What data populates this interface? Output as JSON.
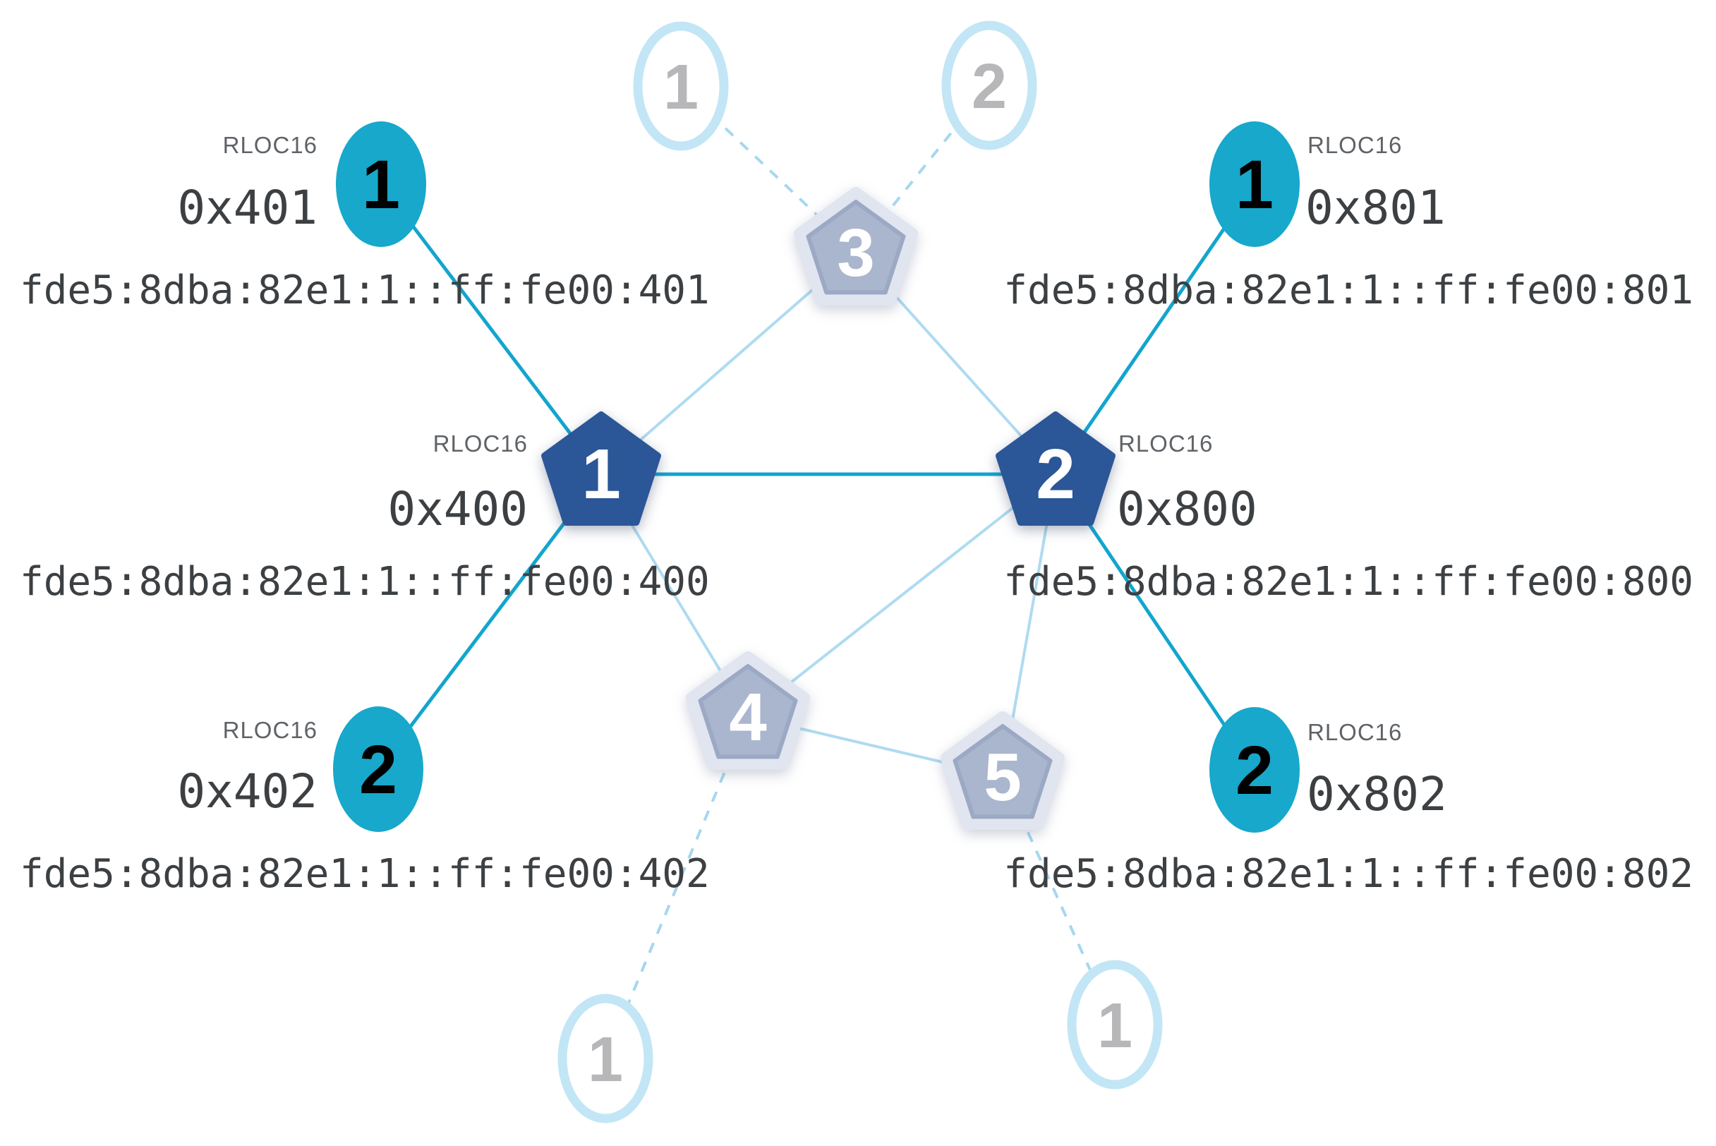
{
  "diagram": {
    "labels": {
      "rloc16_caption": "RLOC16"
    },
    "nodes": {
      "router1": {
        "label": "1",
        "rloc16": "0x400",
        "ipv6": "fde5:8dba:82e1:1::ff:fe00:400"
      },
      "router2": {
        "label": "2",
        "rloc16": "0x800",
        "ipv6": "fde5:8dba:82e1:1::ff:fe00:800"
      },
      "router3": {
        "label": "3"
      },
      "router4": {
        "label": "4"
      },
      "router5": {
        "label": "5"
      },
      "child401": {
        "label": "1",
        "rloc16": "0x401",
        "ipv6": "fde5:8dba:82e1:1::ff:fe00:401"
      },
      "child402": {
        "label": "2",
        "rloc16": "0x402",
        "ipv6": "fde5:8dba:82e1:1::ff:fe00:402"
      },
      "child801": {
        "label": "1",
        "rloc16": "0x801",
        "ipv6": "fde5:8dba:82e1:1::ff:fe00:801"
      },
      "child802": {
        "label": "2",
        "rloc16": "0x802",
        "ipv6": "fde5:8dba:82e1:1::ff:fe00:802"
      },
      "faded_top_1": {
        "label": "1"
      },
      "faded_top_2": {
        "label": "2"
      },
      "faded_bottom_left": {
        "label": "1"
      },
      "faded_bottom_right": {
        "label": "1"
      }
    },
    "edges": {
      "active": [
        "child401-router1",
        "child402-router1",
        "router1-router2",
        "child801-router2",
        "child802-router2"
      ],
      "mesh": [
        "router1-router3",
        "router2-router3",
        "router1-router4",
        "router2-router4",
        "router2-router5",
        "router4-router5"
      ],
      "dashed": [
        "faded_top_1-router3",
        "faded_top_2-router3",
        "router4-faded_bottom_left",
        "router5-faded_bottom_right"
      ]
    },
    "colors": {
      "router_fill": "#2B5697",
      "end_device_fill": "#17A8CB",
      "link_active": "#12A5CE",
      "link_mesh": "#AEDBF1",
      "link_dashed": "#A6D7EF",
      "faded_ring": "#C2E6F5",
      "faded_number": "#B7B7B9",
      "faded_router_fill": "#AAB6CD",
      "text_primary": "#3C4043",
      "text_secondary": "#5F6368"
    }
  }
}
